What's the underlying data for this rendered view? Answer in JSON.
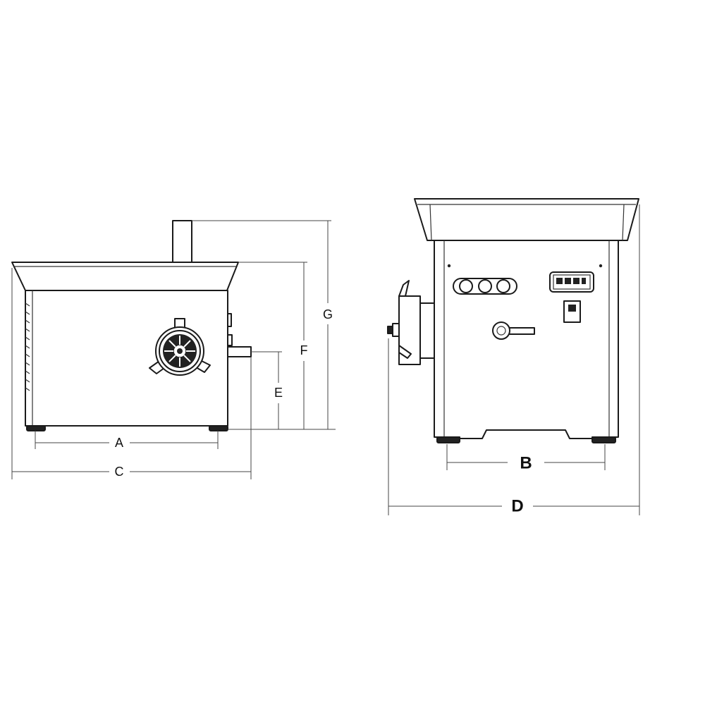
{
  "diagram": {
    "front_view": {
      "labels": {
        "a": "A",
        "c": "C",
        "e": "E",
        "f": "F",
        "g": "G"
      }
    },
    "side_view": {
      "labels": {
        "b": "B",
        "d": "D"
      }
    }
  }
}
